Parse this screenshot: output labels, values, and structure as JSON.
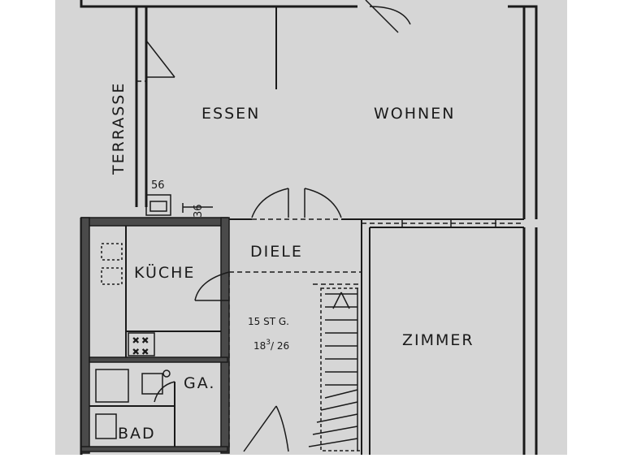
{
  "plan": {
    "paper_color": "#d6d6d6",
    "margin_color": "#ffffff",
    "line_color": "#1a1a1a",
    "wall_fill": "#4a4a4a",
    "rooms": {
      "terrasse": "TERRASSE",
      "essen": "ESSEN",
      "wohnen": "WOHNEN",
      "diele": "DIELE",
      "kueche": "KÜCHE",
      "zimmer": "ZIMMER",
      "garderobe": "GA.",
      "bad": "BAD"
    },
    "dimensions": {
      "wall_56": "56",
      "wall_36": "36"
    },
    "stairs": {
      "steps": "15 ST G.",
      "ratio_prefix": "18",
      "ratio_sup": "3",
      "ratio_suffix": "/ 26"
    }
  }
}
